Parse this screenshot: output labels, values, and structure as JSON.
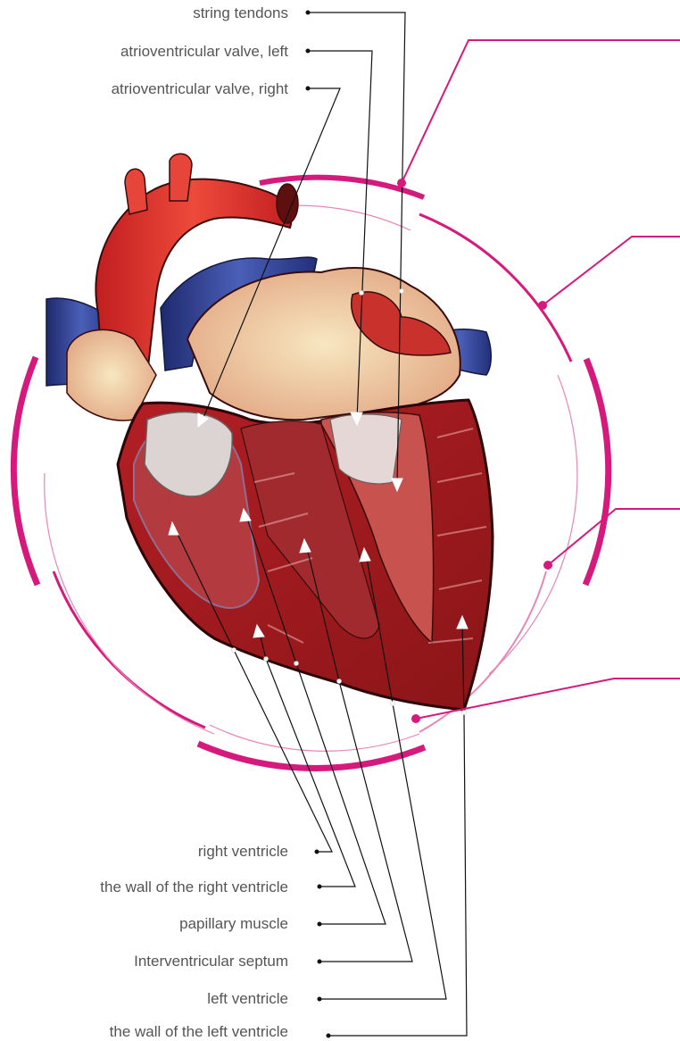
{
  "top_labels": [
    "string tendons",
    "atrioventricular valve, left",
    "atrioventricular valve, right"
  ],
  "bottom_labels": [
    "right ventricle",
    "the wall of the right ventricle",
    "papillary muscle",
    "Interventricular septum",
    "left ventricle",
    "the wall of the left ventricle"
  ],
  "colors": {
    "accent": "#d6197d",
    "accent_light": "#e786b8",
    "leader": "#111111"
  }
}
